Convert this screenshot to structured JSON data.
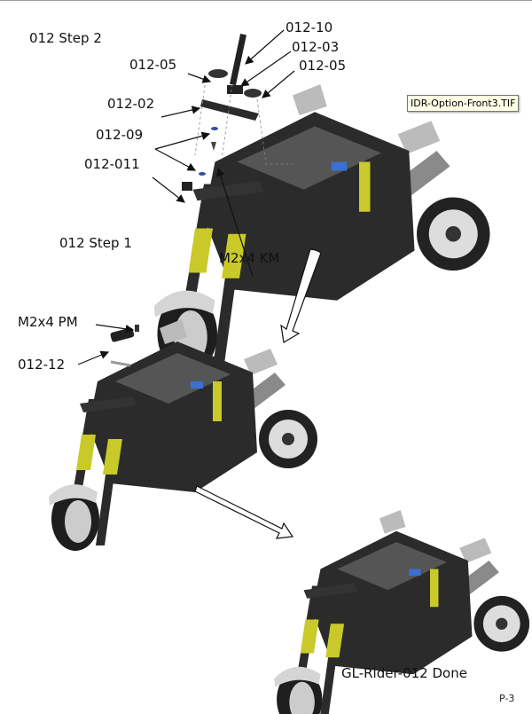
{
  "page": {
    "number": "P-3"
  },
  "step2": {
    "title": "012 Step 2",
    "parts": {
      "p10": "012-10",
      "p03": "012-03",
      "p05a": "012-05",
      "p05b": "012-05",
      "p02": "012-02",
      "p09": "012-09",
      "p011": "012-011",
      "screw": "M2x4 KM"
    }
  },
  "step1": {
    "title": "012 Step 1"
  },
  "tooltip": {
    "text": "IDR-Option-Front3.TIF"
  },
  "stage2": {
    "screw": "M2x4 PM",
    "part": "012-12"
  },
  "done": {
    "label": "GL-Rider-012 Done"
  },
  "colors": {
    "body": "#2b2b2b",
    "fork": "#c9c92a",
    "fender": "#cfcfcf",
    "line": "#111111"
  }
}
